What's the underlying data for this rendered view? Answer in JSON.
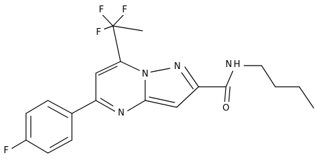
{
  "colors": {
    "background": "#ffffff",
    "bond": "#000000",
    "label": "#000000"
  },
  "atoms": {
    "f_top_left": "F",
    "f_top_right": "F",
    "f_cf3_lower": "F",
    "n_bridge": "N",
    "n_pyrazole": "N",
    "n_pyrimidine": "N",
    "n_amide": "N",
    "h_amide": "H",
    "o_carbonyl": "O",
    "f_aryl": "F"
  }
}
